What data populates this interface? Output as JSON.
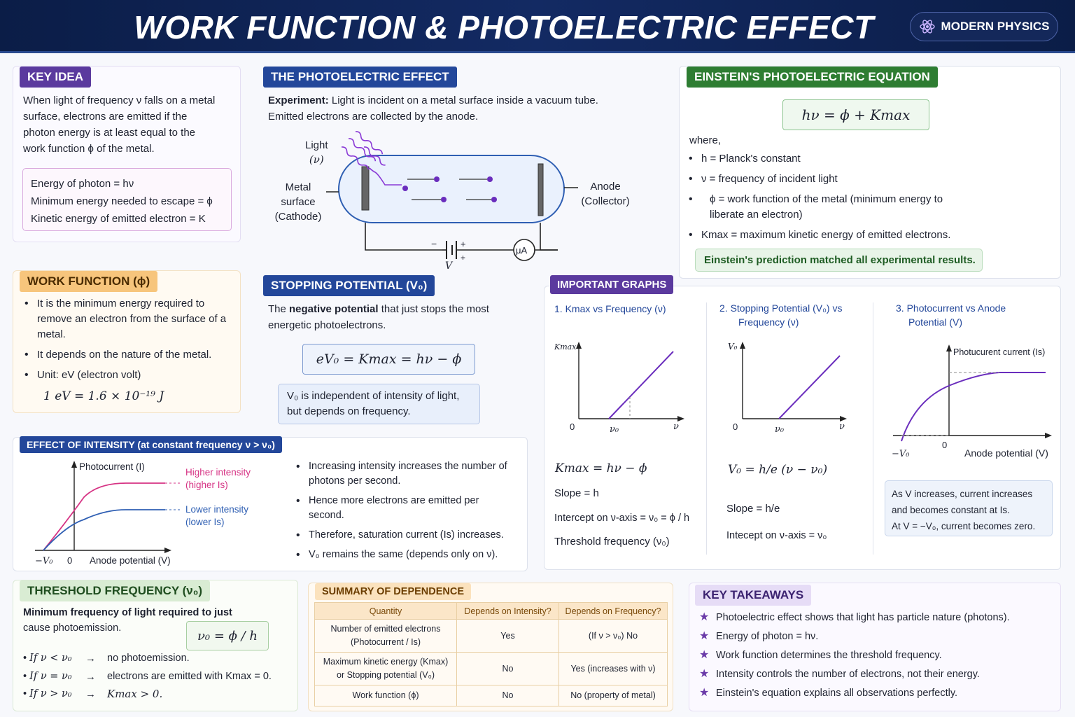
{
  "header": {
    "title": "WORK FUNCTION & PHOTOELECTRIC EFFECT",
    "badge": "MODERN PHYSICS"
  },
  "key_idea": {
    "tag": "KEY IDEA",
    "text": [
      "When light of frequency ν falls on a metal",
      "surface, electrons are emitted if the",
      "photon energy is at least equal to the",
      "work function ϕ of the metal."
    ],
    "rows": [
      "Energy of photon = hν",
      "Minimum energy needed to escape = ϕ",
      "Kinetic energy of emitted electron = K"
    ]
  },
  "work_function": {
    "tag": "WORK FUNCTION (ϕ)",
    "items": [
      "It is the minimum energy required to remove an electron from the surface of a metal.",
      "It depends on the nature of the metal.",
      "Unit: eV (electron volt)"
    ],
    "unit_eq": "1 eV = 1.6 × 10⁻¹⁹ J"
  },
  "photoelectric": {
    "tag": "THE PHOTOELECTRIC EFFECT",
    "line1_b": "Experiment:",
    "line1": " Light is incident on a metal surface inside a vacuum tube.",
    "line2": "Emitted electrons are collected by the anode.",
    "light": "Light",
    "light_nu": "(ν)",
    "metal": [
      "Metal",
      "surface",
      "(Cathode)"
    ],
    "anode": [
      "Anode",
      "(Collector)"
    ],
    "meter": "μA",
    "plus": "+",
    "minus": "−",
    "v": "V"
  },
  "einstein": {
    "tag": "EINSTEIN'S PHOTOELECTRIC EQUATION",
    "equation": "hν = ϕ + Kmax",
    "where": "where,",
    "items": [
      "h = Planck's constant",
      "ν = frequency of incident light",
      "ϕ = work function of the metal (minimum energy to liberate an electron)",
      "Kmax = maximum kinetic energy of emitted electrons."
    ],
    "note": "Einstein's prediction matched all experimental results."
  },
  "stopping": {
    "tag": "STOPPING POTENTIAL (V₀)",
    "text_pre": "The ",
    "text_b": "negative potential",
    "text_post": " that just stops the most",
    "text2": "energetic photoelectrons.",
    "equation": "eV₀ = Kmax = hν − ϕ",
    "note": [
      "V₀ is independent of intensity of light,",
      "but depends on frequency."
    ]
  },
  "graphs": {
    "tag": "IMPORTANT GRAPHS",
    "g1": {
      "title": "1. Kmax vs Frequency (ν)",
      "y": "Kmax",
      "x": "ν",
      "o": "0",
      "nu0": "ν₀",
      "eq": "Kmax = hν − ϕ",
      "slope": "Slope = h",
      "intercept": "Intercept on ν-axis = ν₀ = ϕ / h",
      "threshold": "Threshold frequency (ν₀)"
    },
    "g2": {
      "title1": "2. Stopping Potential (V₀) vs",
      "title2": "Frequency (ν)",
      "y": "V₀",
      "x": "ν",
      "o": "0",
      "nu0": "ν₀",
      "eq": "V₀ = h/e (ν − ν₀)",
      "slope": "Slope = h/e",
      "intercept": "Intecept on ν-axis = ν₀"
    },
    "g3": {
      "title1": "3. Photocurrent vs Anode",
      "title2": "Potential (V)",
      "y": "Photucurent current (Is)",
      "x": "Anode potential (V)",
      "o": "0",
      "v0": "−V₀",
      "note": [
        "As V increases, current increases",
        "and becomes constant at Is.",
        "At V = −V₀, current becomes zero."
      ]
    }
  },
  "intensity": {
    "tag": "EFFECT OF INTENSITY (at constant frequency ν > ν₀)",
    "y": "Photocurrent (I)",
    "x": "Anode potential (V)",
    "v0": "−V₀",
    "o": "0",
    "high": [
      "Higher intensity",
      "(higher Is)"
    ],
    "low": [
      "Lower intensity",
      "(lower Is)"
    ],
    "items": [
      "Increasing intensity increases the number of photons per second.",
      "Hence more electrons are emitted per second.",
      "Therefore, saturation current (Is) increases.",
      "V₀ remains the same (depends only on ν)."
    ],
    "colors": {
      "high": "#d63384",
      "low": "#2f5fb3"
    }
  },
  "threshold": {
    "tag": "THRESHOLD FREQUENCY (ν₀)",
    "text": [
      "Minimum frequency of light required to just",
      "cause photoemission."
    ],
    "equation": "ν₀ = ϕ / h",
    "items": [
      [
        "If ν < ν₀",
        "→",
        "no photoemission."
      ],
      [
        "If ν = ν₀",
        "→",
        "electrons are emitted with Kmax = 0."
      ],
      [
        "If ν > ν₀",
        "→",
        "Kmax > 0."
      ]
    ]
  },
  "summary": {
    "tag": "SUMMARY OF DEPENDENCE",
    "headers": [
      "Quantity",
      "Depends on Intensity?",
      "Depends on Frequency?"
    ],
    "rows": [
      [
        "Number of emitted electrons",
        "(Photocurrent / Is)",
        "Yes",
        "(If ν > ν₀) No"
      ],
      [
        "Maximum kinetic energy (Kmax)",
        "or Stopping potential (V₀)",
        "No",
        "Yes (increases with ν)"
      ],
      [
        "Work function (ϕ)",
        "",
        "No",
        "No (property of metal)"
      ]
    ]
  },
  "takeaways": {
    "tag": "KEY TAKEAWAYS",
    "items": [
      "Photoelectric effect shows that light has particle nature (photons).",
      "Energy of photon = hν.",
      "Work function determines the threshold frequency.",
      "Intensity controls the number of electrons, not their energy.",
      "Einstein's equation explains all observations perfectly."
    ]
  },
  "colors": {
    "navy": "#0b1d47",
    "purple": "#5b3a9e",
    "orange": "#f5c27a",
    "blue": "#23479a",
    "green": "#2e7d32",
    "line": "#6a2dbd"
  }
}
